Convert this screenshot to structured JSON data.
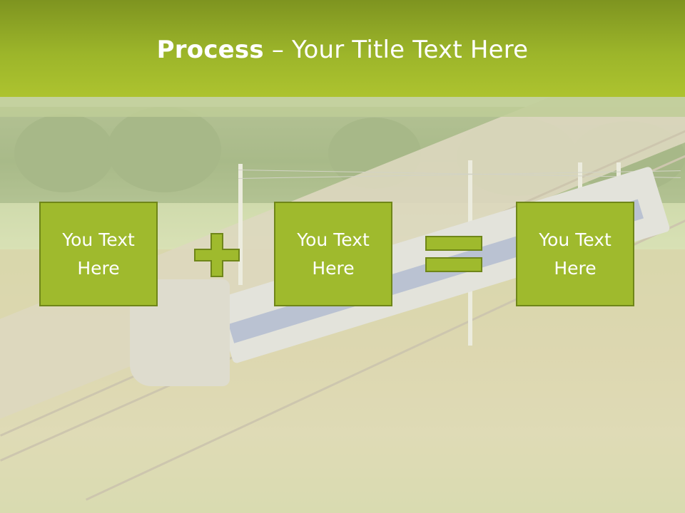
{
  "slide": {
    "title_bold": "Process",
    "title_dash": " – ",
    "title_rest": "Your Title Text Here",
    "boxes": [
      {
        "line1": "You Text",
        "line2": "Here"
      },
      {
        "line1": "You Text",
        "line2": "Here"
      },
      {
        "line1": "You Text",
        "line2": "Here"
      }
    ],
    "operators": [
      "plus",
      "equals"
    ]
  },
  "colors": {
    "header_green": "#9cb52a",
    "box_fill": "#9fba2d",
    "box_border": "#6f8619",
    "text": "#ffffff"
  }
}
